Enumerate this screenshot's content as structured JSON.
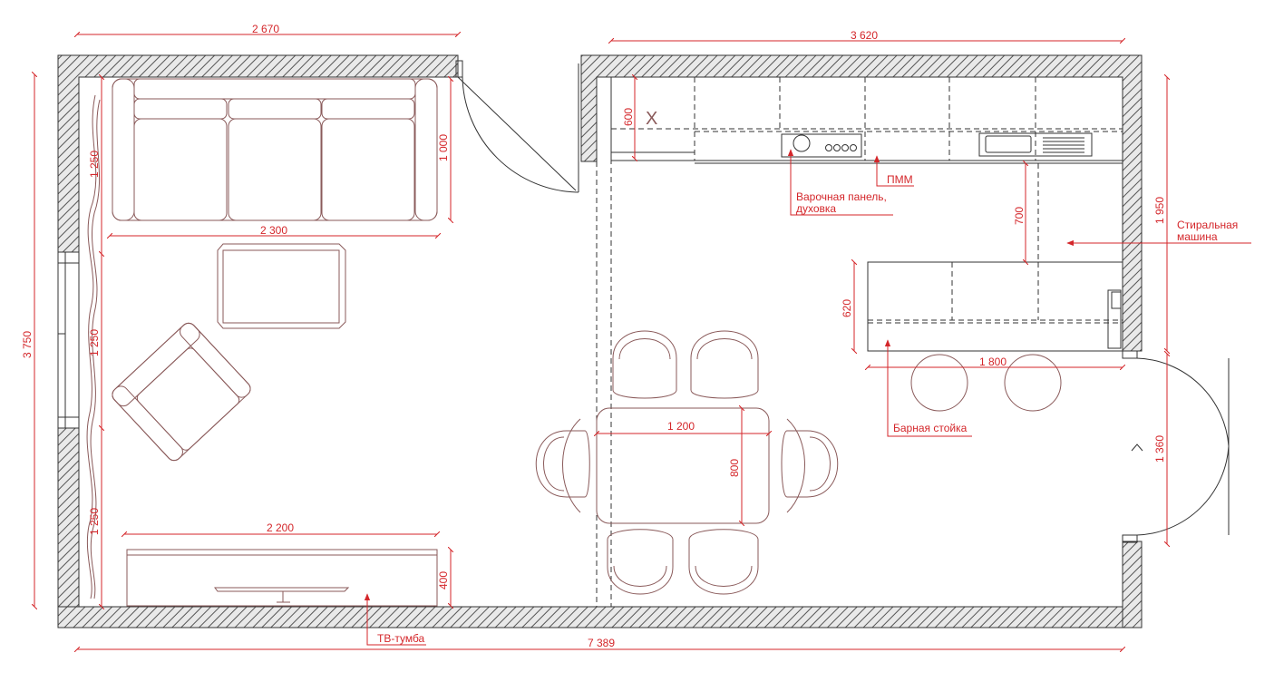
{
  "dimensions": {
    "living_width": "2 670",
    "kitchen_width": "3 620",
    "total_height": "3 750",
    "total_width": "7 389",
    "sofa_depth": "1 000",
    "sofa_width": "2 300",
    "window_seg_top": "1 250",
    "window_seg_mid": "1 250",
    "window_seg_bot": "1 250",
    "tv_unit_width": "2 200",
    "tv_unit_depth": "400",
    "counter_depth": "600",
    "gap_700": "700",
    "bar_depth": "620",
    "bar_width": "1 800",
    "right_wall_1950": "1 950",
    "door_1360": "1 360",
    "table_width": "1 200",
    "table_depth": "800"
  },
  "labels": {
    "hob": "Варочная панель,",
    "oven": "духовка",
    "dishwasher": "ПММ",
    "washer_1": "Стиральная",
    "washer_2": "машина",
    "bar": "Барная стойка",
    "tv_unit": "ТВ-тумба",
    "x_mark": "X"
  },
  "colors": {
    "dimension": "#d4262a",
    "furniture": "#8a5a5a",
    "wall": "#333333"
  }
}
